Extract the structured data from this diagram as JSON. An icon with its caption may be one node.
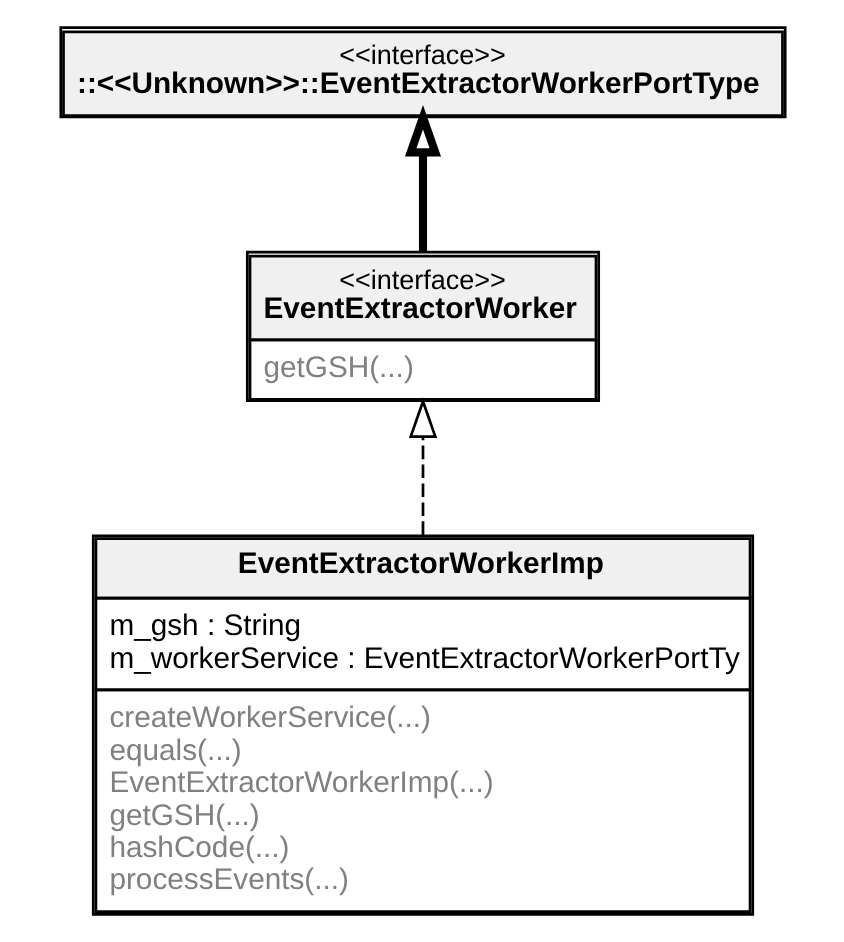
{
  "diagram": {
    "nodes": [
      {
        "text": [
          "<<interface>>",
          "::<<Unknown>>::EventExtractorWorkerPortType"
        ]
      },
      {
        "text": [
          "<<interface>>",
          "EventExtractorWorker",
          "getGSH(...)"
        ]
      },
      {
        "text": [
          "EventExtractorWorkerImp",
          "m_gsh : String",
          "m_workerService : EventExtractorWorkerPortTy",
          "createWorkerService(...)",
          "equals(...)",
          "EventExtractorWorkerImp(...)",
          "getGSH(...)",
          "hashCode(...)",
          "processEvents(...)"
        ]
      }
    ],
    "edges": [
      {
        "from": 1,
        "to": 0,
        "arrow": "to",
        "style": "thick"
      },
      {
        "from": 2,
        "to": 1,
        "arrow": "to",
        "style": "dashed"
      }
    ]
  }
}
